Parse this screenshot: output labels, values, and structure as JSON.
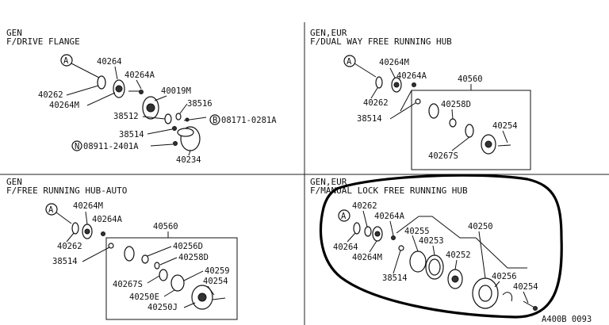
{
  "q1": {
    "header_code": "GEN",
    "header_title": "F/DRIVE FLANGE",
    "callout": "A",
    "labels": [
      "40264",
      "40264A",
      "40262",
      "40264M",
      "40019M",
      "38516",
      "38512",
      "38514",
      "08171-0281A",
      "08911-2401A",
      "40234"
    ],
    "prefix_b": "B",
    "prefix_n": "N"
  },
  "q2": {
    "header_code": "GEN,EUR",
    "header_title": "F/DUAL WAY FREE RUNNING HUB",
    "callout": "A",
    "labels": [
      "40264M",
      "40264A",
      "40262",
      "38514",
      "40560",
      "40258D",
      "40254",
      "40267S"
    ]
  },
  "q3": {
    "header_code": "GEN",
    "header_title": "F/FREE RUNNING HUB-AUTO",
    "callout": "A",
    "labels": [
      "40264M",
      "40264A",
      "40262",
      "38514",
      "40560",
      "40256D",
      "40258D",
      "40259",
      "40267S",
      "40254",
      "40250E",
      "40250J"
    ]
  },
  "q4": {
    "header_code": "GEN,EUR",
    "header_title": "F/MANUAL LOCK FREE RUNNING HUB",
    "callout": "A",
    "labels": [
      "40262",
      "40264A",
      "40255",
      "40250",
      "40253",
      "40264",
      "40252",
      "40264M",
      "38514",
      "40256",
      "40254"
    ]
  },
  "footer_code": "A400B 0093"
}
